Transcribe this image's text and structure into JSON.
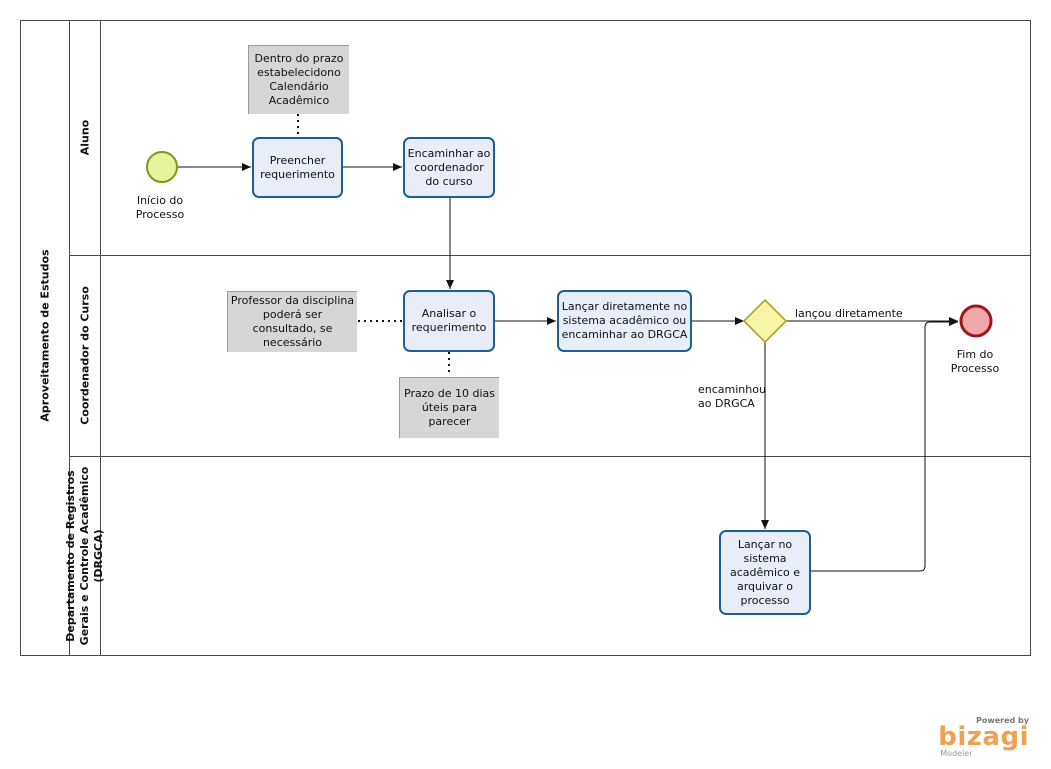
{
  "pool": {
    "title": "Aproveitamento de Estudos"
  },
  "lanes": [
    {
      "id": "aluno",
      "label": "Aluno"
    },
    {
      "id": "coordenador",
      "label": "Coordenador do Curso"
    },
    {
      "id": "drgca",
      "label": "Departamento de Registros Gerais e Controle Acadêmico (DRGCA)"
    }
  ],
  "events": {
    "start": {
      "label": "Início do Processo",
      "color": "#e6f59b",
      "stroke": "#7a9a1a"
    },
    "end": {
      "label": "Fim do Processo",
      "color": "#f0a8a8",
      "stroke": "#a01818"
    }
  },
  "tasks": {
    "preencher": "Preencher requerimento",
    "encaminhar": "Encaminhar ao coordenador do curso",
    "analisar": "Analisar  o requerimento",
    "lancar_ou_encaminhar": "Lançar diretamente no sistema acadêmico ou encaminhar ao DRGCA",
    "lancar_arquivar": "Lançar no sistema acadêmico e arquivar o processo"
  },
  "annotations": {
    "prazo_calendario": "Dentro do prazo estabelecidono Calendário Acadêmico",
    "professor": "Professor da disciplina poderá ser consultado, se necessário",
    "prazo_10_dias": "Prazo de 10 dias úteis para parecer"
  },
  "gateway": {
    "color": "#f7f5a8",
    "stroke": "#a89a1a"
  },
  "flow_labels": {
    "lancou": "lançou diretamente",
    "encaminhou": "encaminhou ao DRGCA"
  },
  "colors": {
    "task_fill": "#e8eef9",
    "task_border": "#1d5f93",
    "note_fill": "#d6d6d6"
  },
  "branding": {
    "powered": "Powered by",
    "name": "bizagi",
    "product": "Modeler"
  }
}
